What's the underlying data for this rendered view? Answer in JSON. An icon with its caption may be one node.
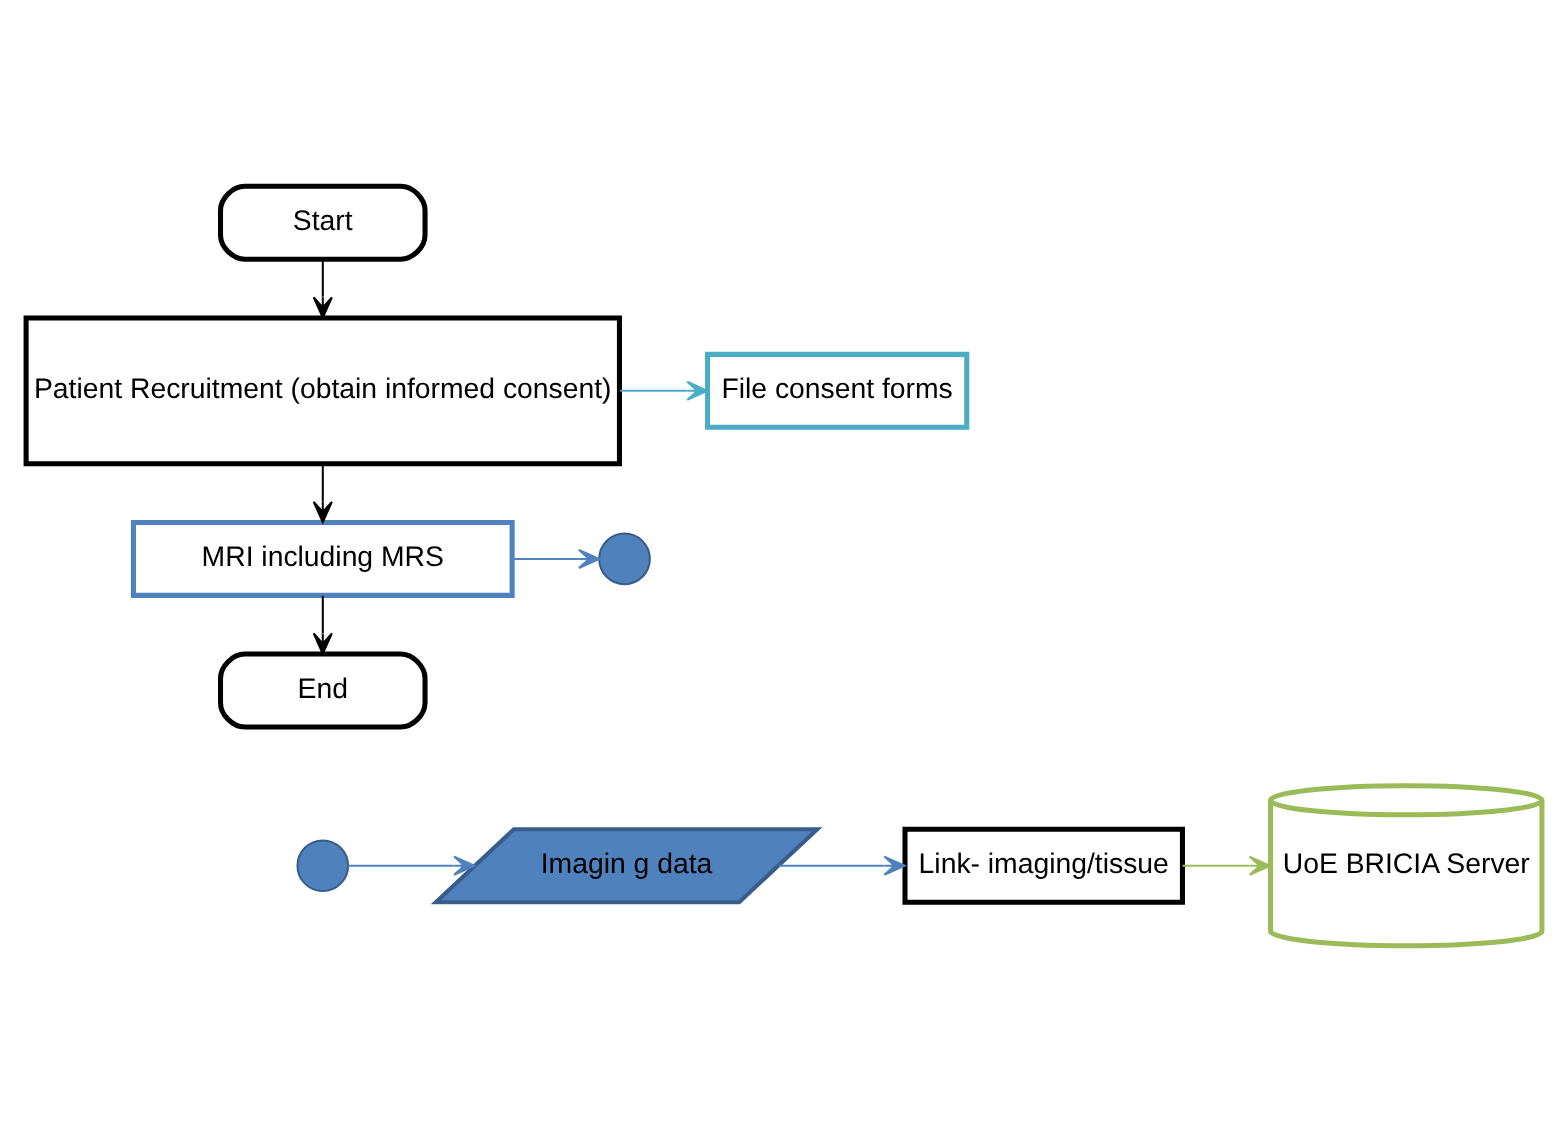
{
  "diagram": {
    "nodes": [
      {
        "text": [
          "Start"
        ]
      },
      {
        "text": [
          "Patient Recruitment (obtain informed consent)"
        ]
      },
      {
        "text": [
          "File consent forms"
        ]
      },
      {
        "text": [
          "MRI including MRS"
        ]
      },
      {
        "text": [],
        "shape": "circle"
      },
      {
        "text": [
          "End"
        ]
      },
      {
        "text": [],
        "shape": "circle"
      },
      {
        "text": [
          "Imagin g data"
        ]
      },
      {
        "text": [
          "Link- imaging/tissue"
        ]
      },
      {
        "text": [
          "UoE BRICIA Server"
        ]
      }
    ],
    "edges": [
      {
        "from": 0,
        "to": 1,
        "arrow": "to"
      },
      {
        "from": 1,
        "to": 2,
        "arrow": "to",
        "color": "#4bacc6"
      },
      {
        "from": 1,
        "to": 3,
        "arrow": "to"
      },
      {
        "from": 3,
        "to": 4,
        "arrow": "to",
        "color": "#4f81bd"
      },
      {
        "from": 3,
        "to": 5,
        "arrow": "to"
      },
      {
        "from": 6,
        "to": 7,
        "arrow": "to",
        "color": "#4f81bd"
      },
      {
        "from": 7,
        "to": 8,
        "arrow": "to",
        "color": "#4f81bd"
      },
      {
        "from": 8,
        "to": 9,
        "arrow": "to",
        "color": "#9bbb59"
      }
    ]
  }
}
